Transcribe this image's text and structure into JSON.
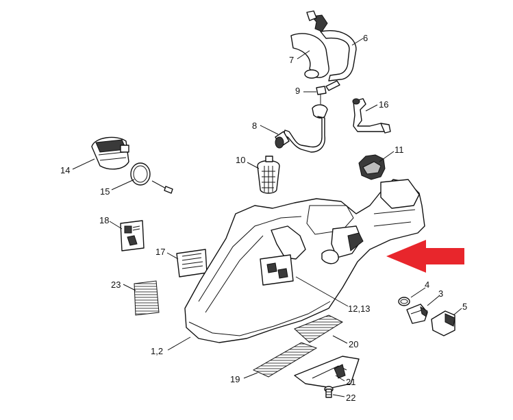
{
  "callouts": {
    "c1_2": "1,2",
    "c3": "3",
    "c4": "4",
    "c5": "5",
    "c6": "6",
    "c7": "7",
    "c8": "8",
    "c9": "9",
    "c10": "10",
    "c11": "11",
    "c12_13": "12,13",
    "c14": "14",
    "c15": "15",
    "c16": "16",
    "c17": "17",
    "c18": "18",
    "c19": "19",
    "c20": "20",
    "c21": "21",
    "c22": "22",
    "c23": "23"
  },
  "colors": {
    "arrow": "#e8262c",
    "ink": "#111111",
    "background": "#ffffff"
  }
}
